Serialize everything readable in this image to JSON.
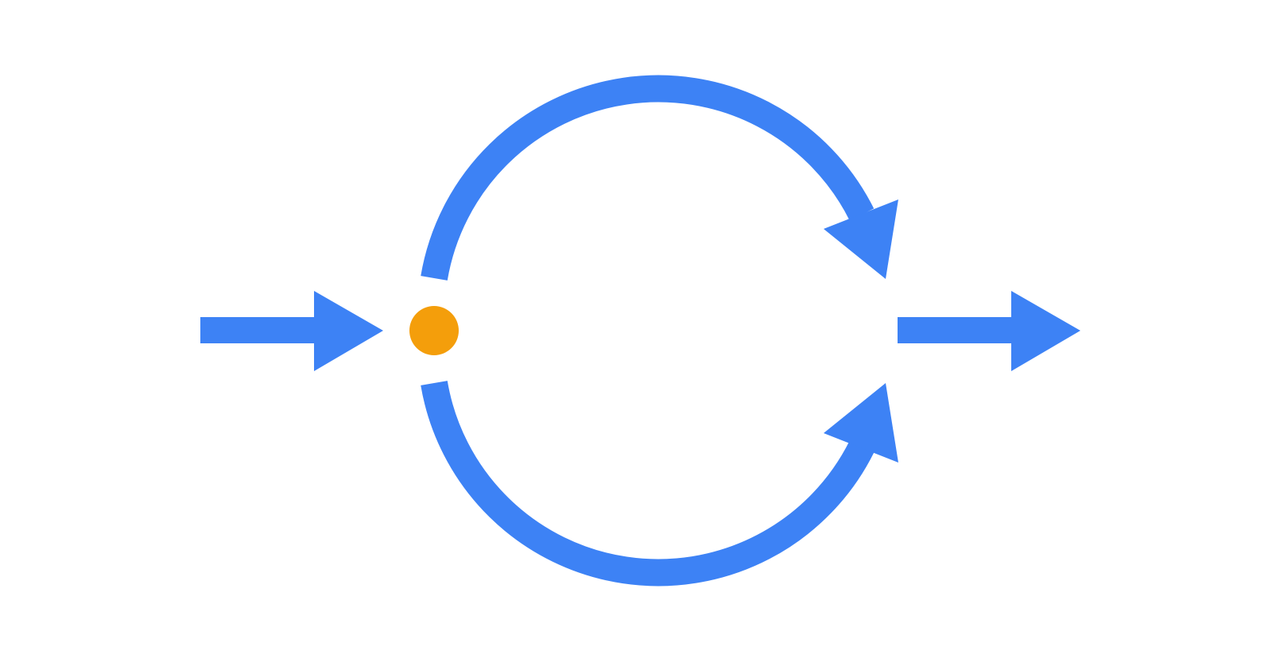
{
  "diagram": {
    "nodes": [
      {
        "id": "split-point",
        "shape": "circle",
        "color": "#F49E0B"
      }
    ],
    "edges": [
      {
        "id": "input-arrow",
        "from": "left",
        "to": "split-point",
        "shape": "straight-arrow"
      },
      {
        "id": "upper-branch-arrow",
        "from": "split-point",
        "to": "merge-point",
        "shape": "curved-arrow"
      },
      {
        "id": "lower-branch-arrow",
        "from": "split-point",
        "to": "merge-point",
        "shape": "curved-arrow"
      },
      {
        "id": "output-arrow",
        "from": "merge-point",
        "to": "right",
        "shape": "straight-arrow"
      }
    ],
    "colors": {
      "arrow": "#3D82F5",
      "node": "#F49E0B",
      "background": "#FFFFFF"
    }
  }
}
